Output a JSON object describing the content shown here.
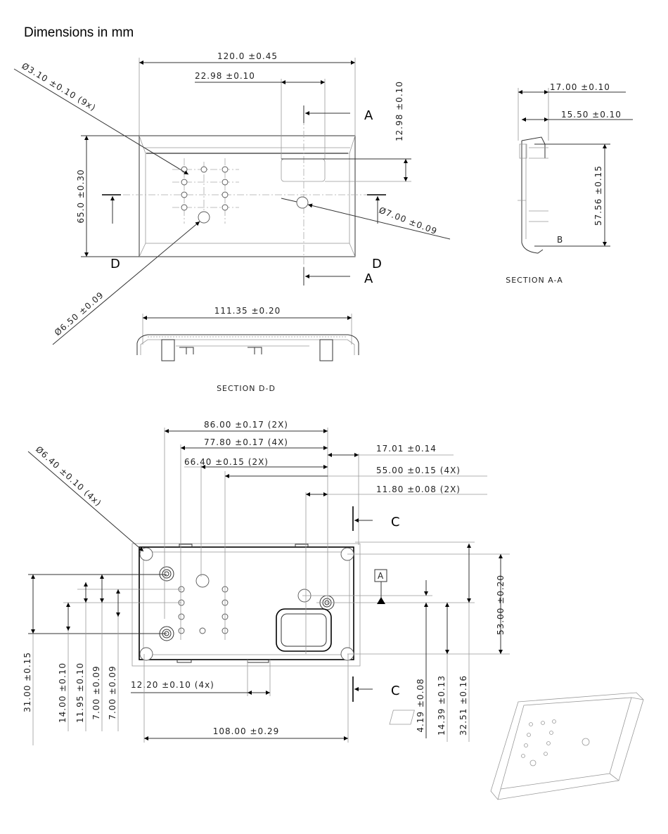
{
  "title": "Dimensions in mm",
  "top_view": {
    "width": "120.0 ±0.45",
    "window_offset": "22.98 ±0.10",
    "window_height": "12.98 ±0.10",
    "height": "65.0 ±0.30",
    "small_holes": "Ø3.10 ±0.10 (9x)",
    "hole_7": "Ø7.00 ±0.09",
    "hole_650": "Ø6.50 ±0.09",
    "section_a_top": "A",
    "section_a_bottom": "A",
    "section_d_left": "D",
    "section_d_right": "D"
  },
  "section_dd": {
    "width": "111.35 ±0.20",
    "label": "SECTION D-D"
  },
  "section_aa": {
    "dim_17": "17.00 ±0.10",
    "dim_15": "15.50 ±0.10",
    "dim_57": "57.56 ±0.15",
    "detail": "B",
    "label": "SECTION A-A"
  },
  "bottom_view": {
    "d86": "86.00 ±0.17 (2X)",
    "d77": "77.80 ±0.17 (4X)",
    "d66": "66.40 ±0.15 (2X)",
    "d17": "17.01 ±0.14",
    "d55": "55.00 ±0.15 (4X)",
    "d11": "11.80 ±0.08 (2X)",
    "d640": "Ø6.40 ±0.10 (4x)",
    "section_c_top": "C",
    "section_c_bottom": "C",
    "datum": "A",
    "d53": "53.00 ±0.20",
    "d31": "31.00 ±0.15",
    "d14": "14.00 ±0.10",
    "d1195": "11.95 ±0.10",
    "d7a": "7.00 ±0.09",
    "d7b": "7.00 ±0.09",
    "d1220": "12.20 ±0.10 (4x)",
    "d108": "108.00 ±0.29",
    "d419": "4.19 ±0.08",
    "d1439": "14.39 ±0.13",
    "d3251": "32.51 ±0.16"
  }
}
